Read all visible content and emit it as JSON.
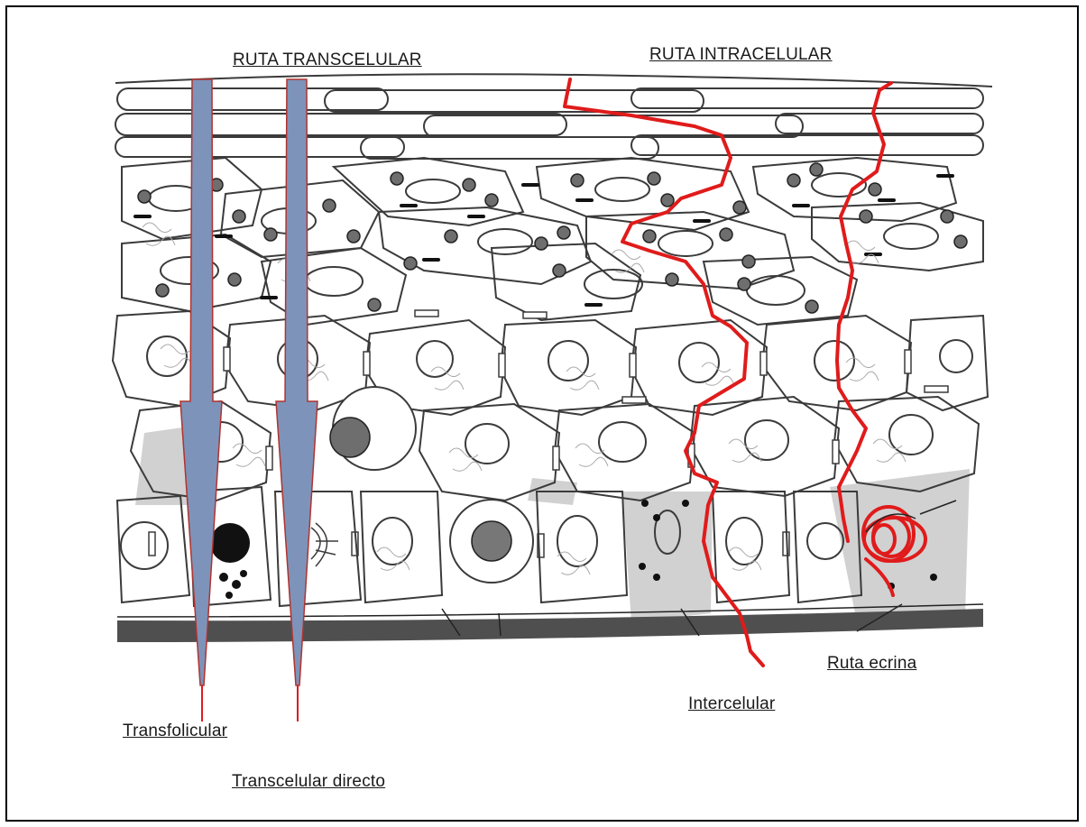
{
  "labels": {
    "ruta_transcelular": "RUTA TRANSCELULAR",
    "ruta_intracelular": "RUTA INTRACELULAR",
    "transfolicular": "Transfolicular",
    "transcelular_directo": "Transcelular directo",
    "intercelular": "Intercelular",
    "ruta_ecrina": "Ruta ecrina"
  },
  "colors": {
    "arrow_fill": "#7e93b9",
    "arrow_outline": "#b0332f",
    "path_red": "#e01b1b",
    "cell_outline": "#3b3b3b",
    "basement_membrane": "#4f4f4f",
    "intercellular_shade": "#c9c9c9"
  },
  "icons": {
    "arrow": "down-arrow-icon",
    "path": "red-squiggle-path"
  }
}
